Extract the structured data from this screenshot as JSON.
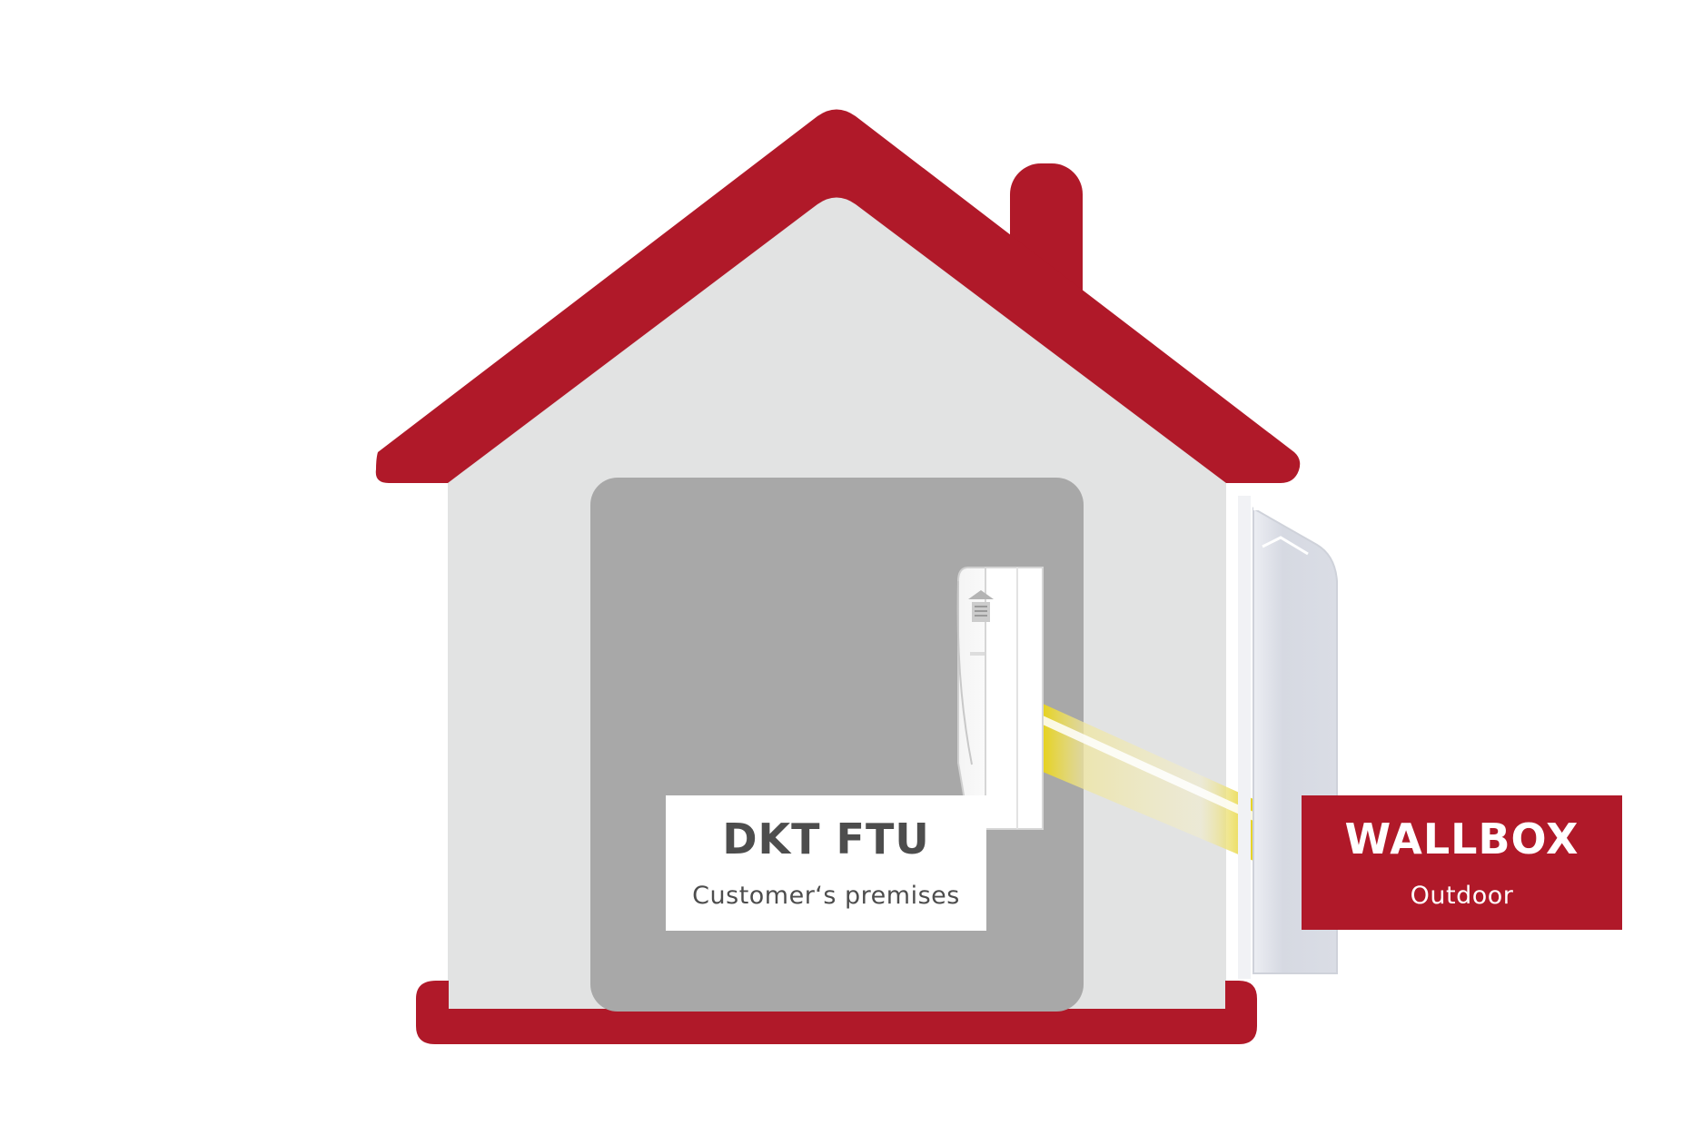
{
  "colors": {
    "roof": "#b01929",
    "house_wall": "#e2e3e3",
    "room": "#a8a8a8",
    "cable": "#e6d21e",
    "device": "#ffffff",
    "wallbox": "#d8dbe2",
    "ftu_label_text": "#4d4d4d",
    "wallbox_label_bg": "#b01929"
  },
  "icons": {
    "ftu_device": "fiber-termination-unit-icon",
    "wallbox_device": "wallbox-enclosure-icon",
    "fiber_cable": "fiber-cable-icon"
  },
  "labels": {
    "ftu": {
      "title": "DKT FTU",
      "subtitle": "Customer‘s premises"
    },
    "wallbox": {
      "title": "WALLBOX",
      "subtitle": "Outdoor"
    }
  }
}
